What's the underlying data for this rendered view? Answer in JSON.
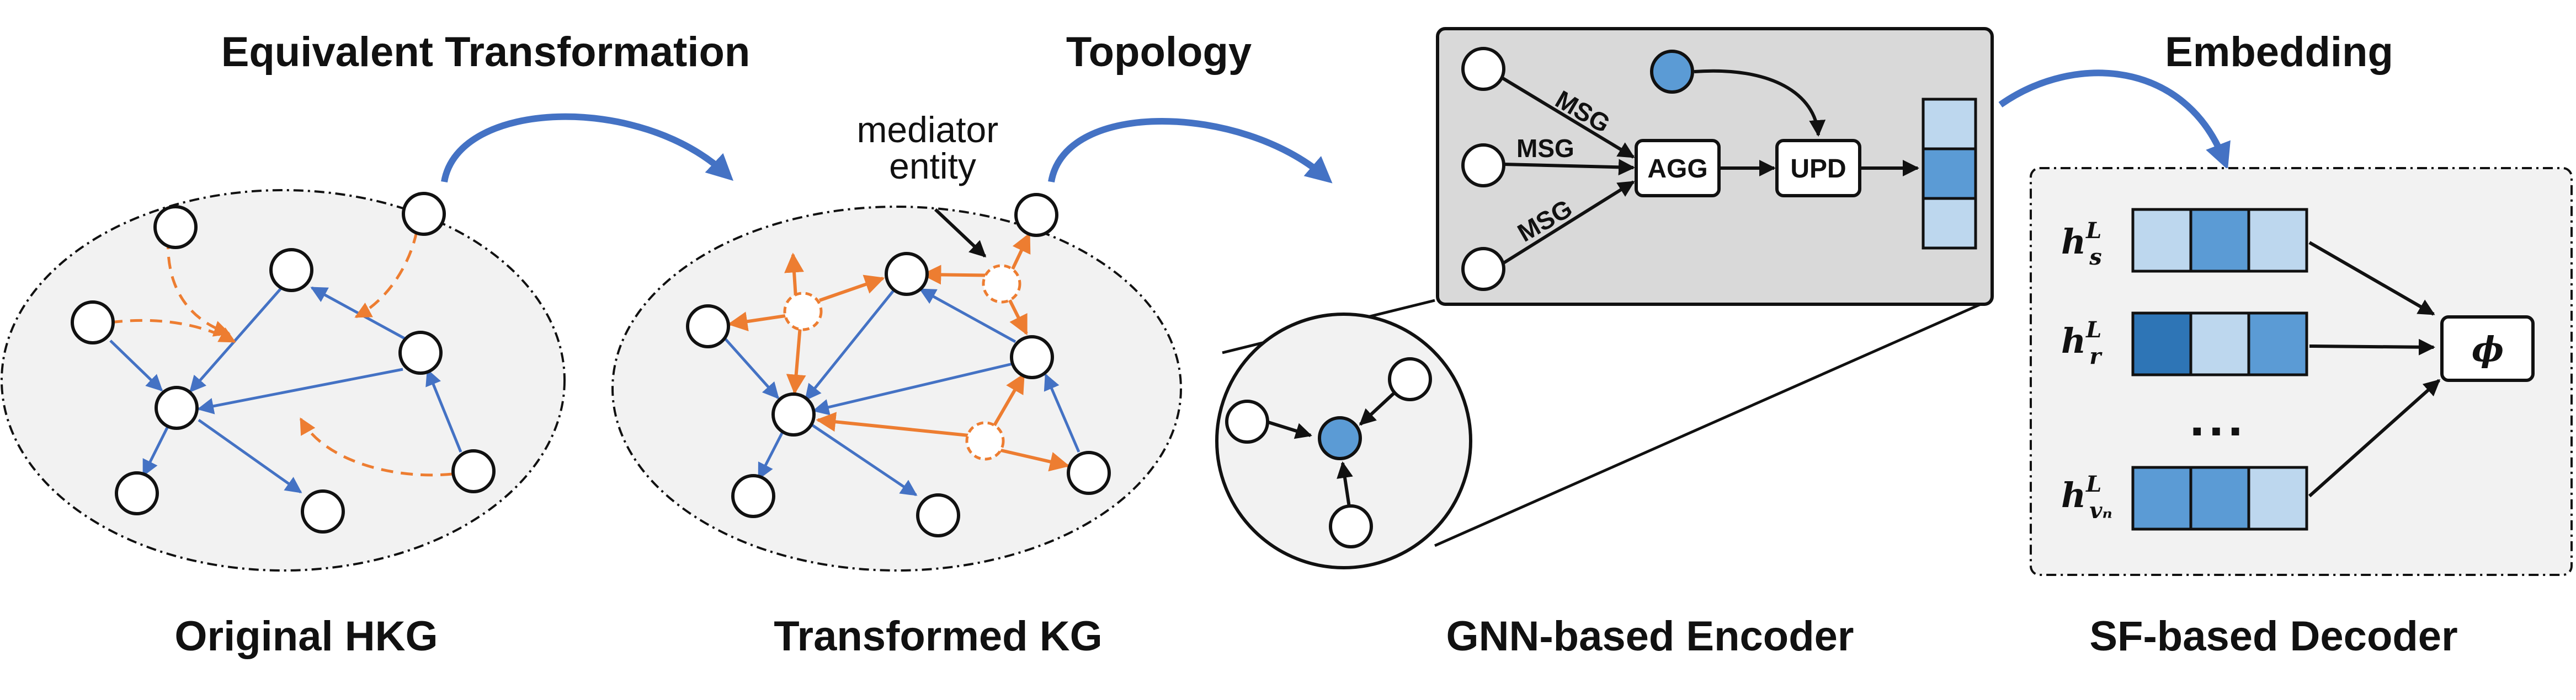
{
  "labels": {
    "equivalent_transformation": "Equivalent Transformation",
    "topology": "Topology",
    "embedding": "Embedding",
    "mediator_entity": "mediator entity",
    "original_hkg": "Original HKG",
    "transformed_kg": "Transformed KG",
    "gnn_encoder": "GNN-based Encoder",
    "sf_decoder": "SF-based Decoder"
  },
  "encoder": {
    "msg": "MSG",
    "agg": "AGG",
    "upd": "UPD"
  },
  "decoder": {
    "h_base": "h",
    "sup": "L",
    "sub_s": "s",
    "sub_r": "r",
    "sub_vn": "vₙ",
    "ellipsis": "...",
    "phi": "ϕ"
  },
  "colors": {
    "entity_edge": "#4472c4",
    "hyper_edge": "#ed7d31",
    "panel_gray": "#d9d9d9",
    "ellipse_fill": "#f2f2f2"
  },
  "embeddings": {
    "h_s": [
      "#bdd7ee",
      "#5b9bd5",
      "#bdd7ee"
    ],
    "h_r": [
      "#2e75b6",
      "#bdd7ee",
      "#5b9bd5"
    ],
    "h_vn": [
      "#5b9bd5",
      "#5b9bd5",
      "#bdd7ee"
    ],
    "encoder_vector": [
      "#bdd7ee",
      "#5b9bd5",
      "#bdd7ee"
    ]
  }
}
